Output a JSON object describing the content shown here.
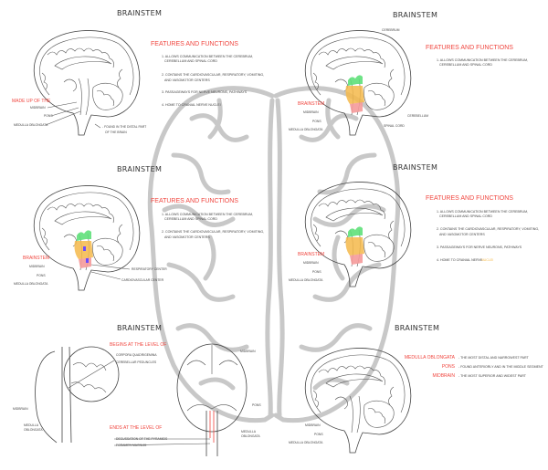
{
  "panels": {
    "p1": {
      "title": "BRAINSTEM",
      "features_title": "FEATURES AND FUNCTIONS",
      "items": [
        "1. ALLOWS COMMUNICATION BETWEEN THE CEREBRUM,",
        "CEREBELLUM AND SPINAL CORD",
        "2. CONTAINS THE CARDIOVASCULAR, RESPIRATORY, VOMITING,",
        "AND VASOMOTOR CENTERS",
        "3. PASSAGEWAYS FOR NERVE NEURONS, PATHWAYS",
        "4. HOME TO CRANIAL NERVE NUCLEI"
      ],
      "made_up_label": "MADE UP OF THE",
      "labels": [
        "MIDBRAIN",
        "PONS",
        "MEDULLA OBLONGATA"
      ],
      "found_line1": "- FOUND IN THE DISTAL PART",
      "found_line2": "OF THE BRAIN"
    },
    "p2": {
      "title": "BRAINSTEM",
      "features_title": "FEATURES AND FUNCTIONS",
      "items": [
        "1. ALLOWS COMMUNICATION BETWEEN THE CEREBRUM,",
        "CEREBELLUM AND SPINAL CORD"
      ],
      "brainstem_label": "BRAINSTEM",
      "labels": [
        "MIDBRAIN",
        "PONS",
        "MEDULLA OBLONGATA"
      ],
      "cerebrum": "CEREBRUM",
      "cerebellum": "CEREBELLUM",
      "spinal_cord": "SPINAL CORD"
    },
    "p3": {
      "title": "BRAINSTEM",
      "features_title": "FEATURES AND FUNCTIONS",
      "items": [
        "1. ALLOWS COMMUNICATION BETWEEN THE CEREBRUM,",
        "CEREBELLUM AND SPINAL CORD",
        "2. CONTAINS THE CARDIOVASCULAR, RESPIRATORY, VOMITING,",
        "AND VASOMOTOR CENTERS"
      ],
      "brainstem_label": "BRAINSTEM",
      "labels": [
        "MIDBRAIN",
        "PONS",
        "MEDULLA OBLONGATA"
      ],
      "respiratory": "RESPIRATORY CENTER",
      "cardiovascular": "CARDIOVASCULAR CENTER"
    },
    "p4": {
      "title": "BRAINSTEM",
      "features_title": "FEATURES AND FUNCTIONS",
      "items": [
        "1. ALLOWS COMMUNICATION BETWEEN THE CEREBRUM,",
        "CEREBELLUM AND SPINAL CORD",
        "2. CONTAINS THE CARDIOVASCULAR, RESPIRATORY, VOMITING,",
        "AND VASOMOTOR CENTERS",
        "3. PASSAGEWAYS FOR NERVE NEURONS, PATHWAYS",
        "4. HOME TO CRANIAL NERVE"
      ],
      "nuclei": "NUCLEI",
      "brainstem_label": "BRAINSTEM",
      "labels": [
        "MIDBRAIN",
        "PONS",
        "MEDULLA OBLONGATA"
      ]
    },
    "p5": {
      "title": "BRAINSTEM",
      "begins": "BEGINS AT THE LEVEL OF",
      "corpora": "CORPORA QUADRIGEMINA",
      "peduncles": "CEREBELLAR PEDUNCLES",
      "ends": "ENDS AT THE LEVEL OF",
      "decussation": "DECUSSATION OF THE PYRAMIDS",
      "foramen": "FORAMEN MAGNUM",
      "left_midbrain": "MIDBRAIN",
      "left_medulla_1": "MEDULLA",
      "left_medulla_2": "OBLONGATA",
      "right_midbrain": "MIDBRAIN",
      "right_pons": "PONS",
      "right_medulla_1": "MEDULLA",
      "right_medulla_2": "OBLONGATA"
    },
    "p6": {
      "title": "BRAINSTEM",
      "defs": [
        {
          "term": "MEDULLA OBLONGATA",
          "desc": "- THE MOST DISTAL AND NARROWEST PART"
        },
        {
          "term": "PONS",
          "desc": "- FOUND ANTERIORLY AND IN THE MIDDLE SEGMENT"
        },
        {
          "term": "MIDBRAIN",
          "desc": "- THE MOST SUPERIOR AND WIDEST PART"
        }
      ],
      "labels": [
        "MIDBRAIN",
        "PONS",
        "MEDULLA OBLONGATA"
      ]
    }
  },
  "colors": {
    "accent_red": "#f0463f",
    "midbrain_green": "#5fe07a",
    "pons_orange": "#f5b94a",
    "medulla_pink": "#f59a9a",
    "nuclei_yellow": "#f5b94a",
    "center_purple": "#6a4cff"
  }
}
